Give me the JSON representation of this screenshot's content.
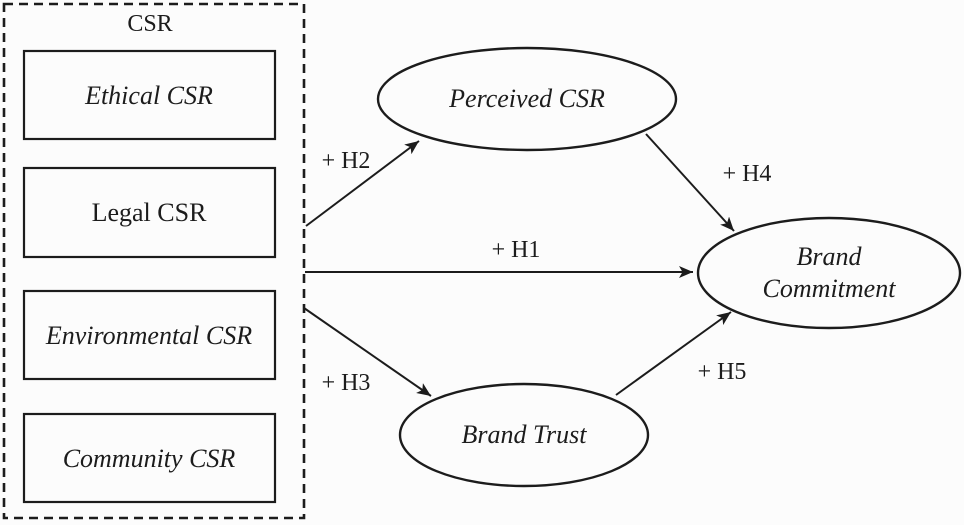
{
  "figure": {
    "kind": "conceptual-model-path-diagram"
  },
  "csr_group": {
    "label": "CSR",
    "components": [
      {
        "label": "Ethical CSR",
        "style": "italic"
      },
      {
        "label": "Legal CSR",
        "style": "normal"
      },
      {
        "label": "Environmental CSR",
        "style": "italic"
      },
      {
        "label": "Community CSR",
        "style": "italic"
      }
    ]
  },
  "constructs": {
    "perceived_csr": {
      "label": "Perceived CSR"
    },
    "brand_commitment": {
      "label_line1": "Brand",
      "label_line2": "Commitment"
    },
    "brand_trust": {
      "label": "Brand Trust"
    }
  },
  "hypotheses": [
    {
      "id": "H1",
      "label": "+ H1",
      "from": "CSR",
      "to": "Brand Commitment"
    },
    {
      "id": "H2",
      "label": "+ H2",
      "from": "CSR",
      "to": "Perceived CSR"
    },
    {
      "id": "H3",
      "label": "+ H3",
      "from": "CSR",
      "to": "Brand Trust"
    },
    {
      "id": "H4",
      "label": "+ H4",
      "from": "Perceived CSR",
      "to": "Brand Commitment"
    },
    {
      "id": "H5",
      "label": "+ H5",
      "from": "Brand Trust",
      "to": "Brand Commitment"
    }
  ],
  "colors": {
    "line": "#1c1c1c",
    "text": "#1c1c1c",
    "background": "#fcfcfc"
  }
}
